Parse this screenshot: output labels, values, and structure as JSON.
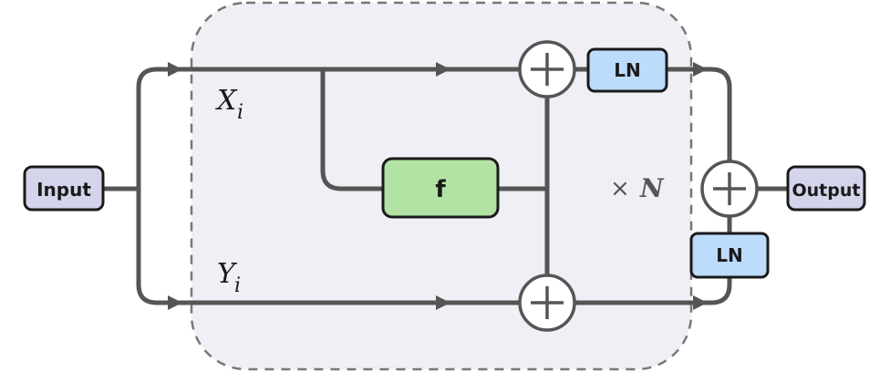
{
  "nodes": {
    "input": {
      "label": "Input"
    },
    "output": {
      "label": "Output"
    },
    "f": {
      "label": "f"
    },
    "ln_top": {
      "label": "LN"
    },
    "ln_bottom": {
      "label": "LN"
    }
  },
  "labels": {
    "x_main": "X",
    "x_sub": "i",
    "y_main": "Y",
    "y_sub": "i",
    "times": "×",
    "n": "N"
  },
  "colors": {
    "line": "#555555",
    "region_fill": "#f0eff5",
    "region_border": "#777777",
    "input_output_fill": "#d4d5ea",
    "ln_fill": "#bcdcfb",
    "f_fill": "#b2e3a4",
    "box_border": "#1a1a1a"
  }
}
